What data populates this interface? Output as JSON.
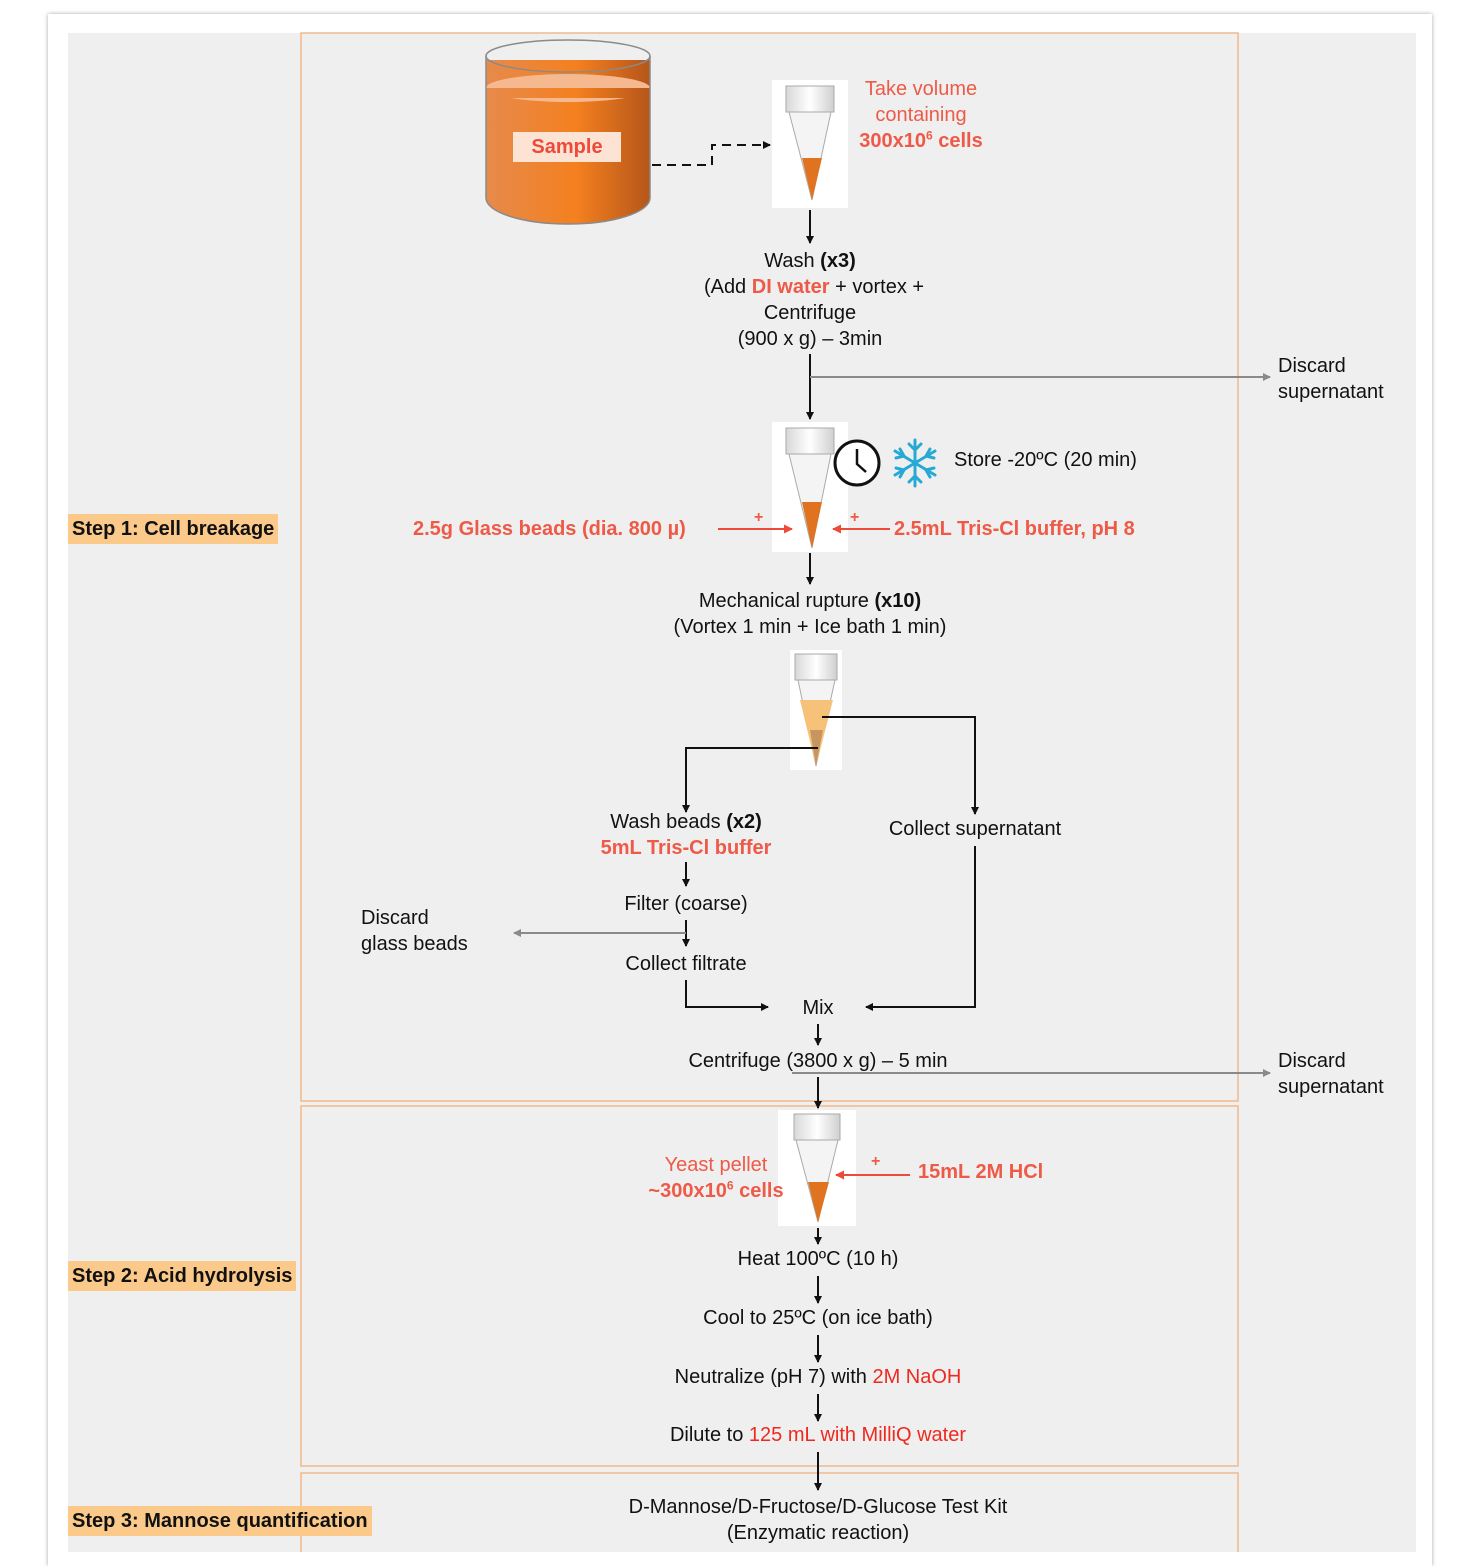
{
  "steps": {
    "step1": "Step 1: Cell breakage",
    "step2": "Step 2: Acid hydrolysis",
    "step3": "Step 3: Mannose quantification"
  },
  "sample_label": "Sample",
  "take_volume": {
    "line1": "Take volume",
    "line2": "containing",
    "line3_main": "300x10",
    "line3_sup": "6",
    "line3_end": " cells"
  },
  "wash": {
    "line1_a": "Wash ",
    "line1_b": "(x3)",
    "line2_a": "(Add ",
    "line2_b": "DI water",
    "line2_c": " + vortex +",
    "line3": "Centrifuge",
    "line4": "(900 x g) – 3min"
  },
  "discard1": {
    "line1": "Discard",
    "line2": "supernatant"
  },
  "store": "Store -20ºC (20 min)",
  "glass_beads": "2.5g Glass beads (dia. 800 µ)",
  "tris_buffer": "2.5mL Tris-Cl buffer, pH 8",
  "plus": "+",
  "rupture": {
    "line1_a": "Mechanical rupture ",
    "line1_b": "(x10)",
    "line2": "(Vortex 1 min + Ice bath 1 min)"
  },
  "wash_beads": {
    "line1_a": "Wash beads ",
    "line1_b": "(x2)",
    "line2": "5mL Tris-Cl buffer"
  },
  "collect_supernatant": "Collect supernatant",
  "filter": "Filter (coarse)",
  "discard_beads": {
    "line1": "Discard",
    "line2": "glass beads"
  },
  "collect_filtrate": "Collect filtrate",
  "mix": "Mix",
  "centrifuge2": "Centrifuge (3800 x g) – 5 min",
  "discard2": {
    "line1": "Discard",
    "line2": "supernatant"
  },
  "yeast": {
    "line1": "Yeast pellet",
    "line2_main": "~300x10",
    "line2_sup": "6",
    "line2_end": " cells"
  },
  "hcl": "15mL 2M HCl",
  "heat": "Heat 100ºC (10 h)",
  "cool": "Cool to 25ºC (on ice bath)",
  "neutralize": {
    "a": "Neutralize (pH 7) with ",
    "b": "2M NaOH"
  },
  "dilute": {
    "a": "Dilute to ",
    "b": "125 mL with MilliQ water"
  },
  "kit": {
    "line1": "D-Mannose/D-Fructose/D-Glucose Test Kit",
    "line2": "(Enzymatic reaction)"
  }
}
